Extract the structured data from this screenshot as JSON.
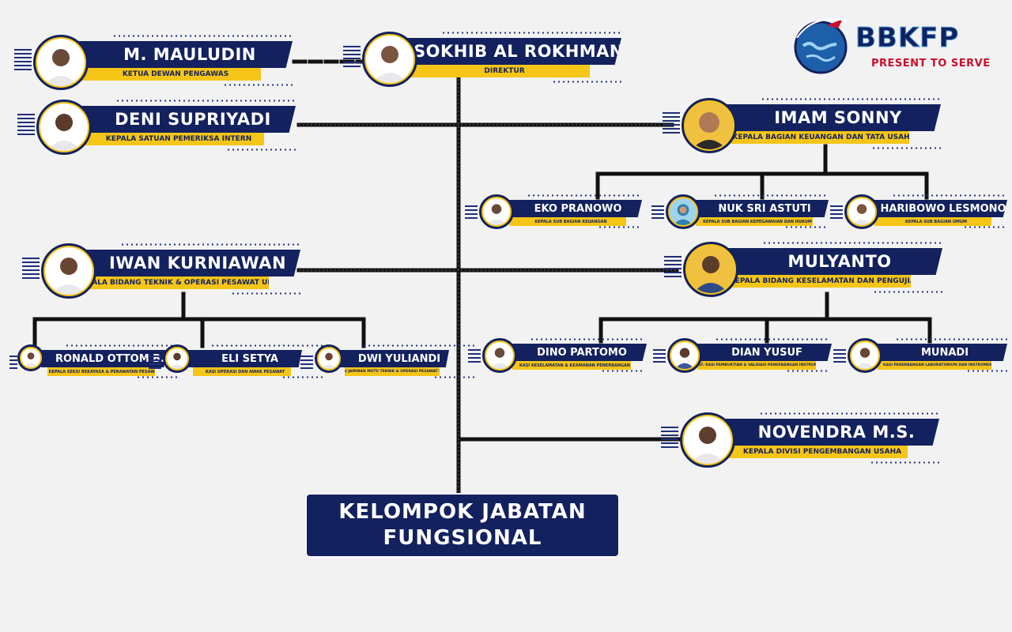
{
  "logo": {
    "brand": "BBKFP",
    "tagline": "PRESENT TO SERVE",
    "icon": "globe-plane-icon",
    "colors": {
      "navy": "#13215e",
      "blue": "#3a8fd8",
      "red": "#c8102e"
    }
  },
  "colors": {
    "band": "#13215e",
    "subtitle": "#f5c518",
    "connector": "#111111",
    "background": "#f2f2f2"
  },
  "people": {
    "mauludin": {
      "name": "M. MAULUDIN",
      "role": "KETUA DEWAN PENGAWAS"
    },
    "sokhib": {
      "name": "SOKHIB AL ROKHMAN",
      "role": "DIREKTUR"
    },
    "deni": {
      "name": "DENI SUPRIYADI",
      "role": "KEPALA SATUAN PEMERIKSA INTERN"
    },
    "imam": {
      "name": "IMAM SONNY",
      "role": "KEPALA BAGIAN KEUANGAN DAN TATA USAHA"
    },
    "eko": {
      "name": "EKO PRANOWO",
      "role": "KEPALA SUB BAGIAN KEUANGAN"
    },
    "nuk": {
      "name": "NUK SRI ASTUTI",
      "role": "KEPALA SUB BAGIAN KEPEGAWAIAN DAN HUKUM"
    },
    "haribowo": {
      "name": "HARIBOWO LESMONO",
      "role": "KEPALA SUB BAGIAN UMUM"
    },
    "iwan": {
      "name": "IWAN KURNIAWAN",
      "role": "KEPALA BIDANG TEKNIK & OPERASI PESAWAT UDARA"
    },
    "mulyanto": {
      "name": "MULYANTO",
      "role": "KEPALA BIDANG KESELAMATAN DAN PENGUJIAN"
    },
    "ronald": {
      "name": "RONALD OTTOM B.",
      "role": "KEPALA SEKSI REKAYASA & PERAWATAN PESAWAT"
    },
    "eli": {
      "name": "ELI SETYA",
      "role": "KASI OPERASI DAN AWAK PESAWAT"
    },
    "dwi": {
      "name": "DWI YULIANDI",
      "role": "KASI JAMINAN MUTU TEKNIK & OPERASI PESAWAT UDARA"
    },
    "dino": {
      "name": "DINO PARTOMO",
      "role": "KASI KESELAMATAN & KEAMANAN PENERBANGAN"
    },
    "dian": {
      "name": "DIAN YUSUF",
      "role": "PLT. KASI PEMBUKTIAN & VALIDASI PENERBANGAN INSTRUMEN"
    },
    "munadi": {
      "name": "MUNADI",
      "role": "KASI PENERBANGAN LABORATORIUM DAN INSTRUMEN"
    },
    "novendra": {
      "name": "NOVENDRA M.S.",
      "role": "KEPALA DIVISI PENGEMBANGAN USAHA"
    }
  },
  "functional": {
    "line1": "KELOMPOK JABATAN",
    "line2": "FUNGSIONAL"
  }
}
